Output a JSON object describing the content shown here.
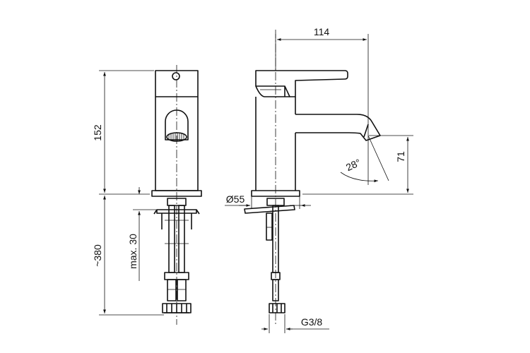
{
  "dimensions": {
    "width_top": "114",
    "height_body": "152",
    "height_spout": "71",
    "angle": "28°",
    "diameter": "Ø55",
    "hose_length": "~380",
    "max_thickness": "max. 30",
    "thread": "G3/8"
  }
}
